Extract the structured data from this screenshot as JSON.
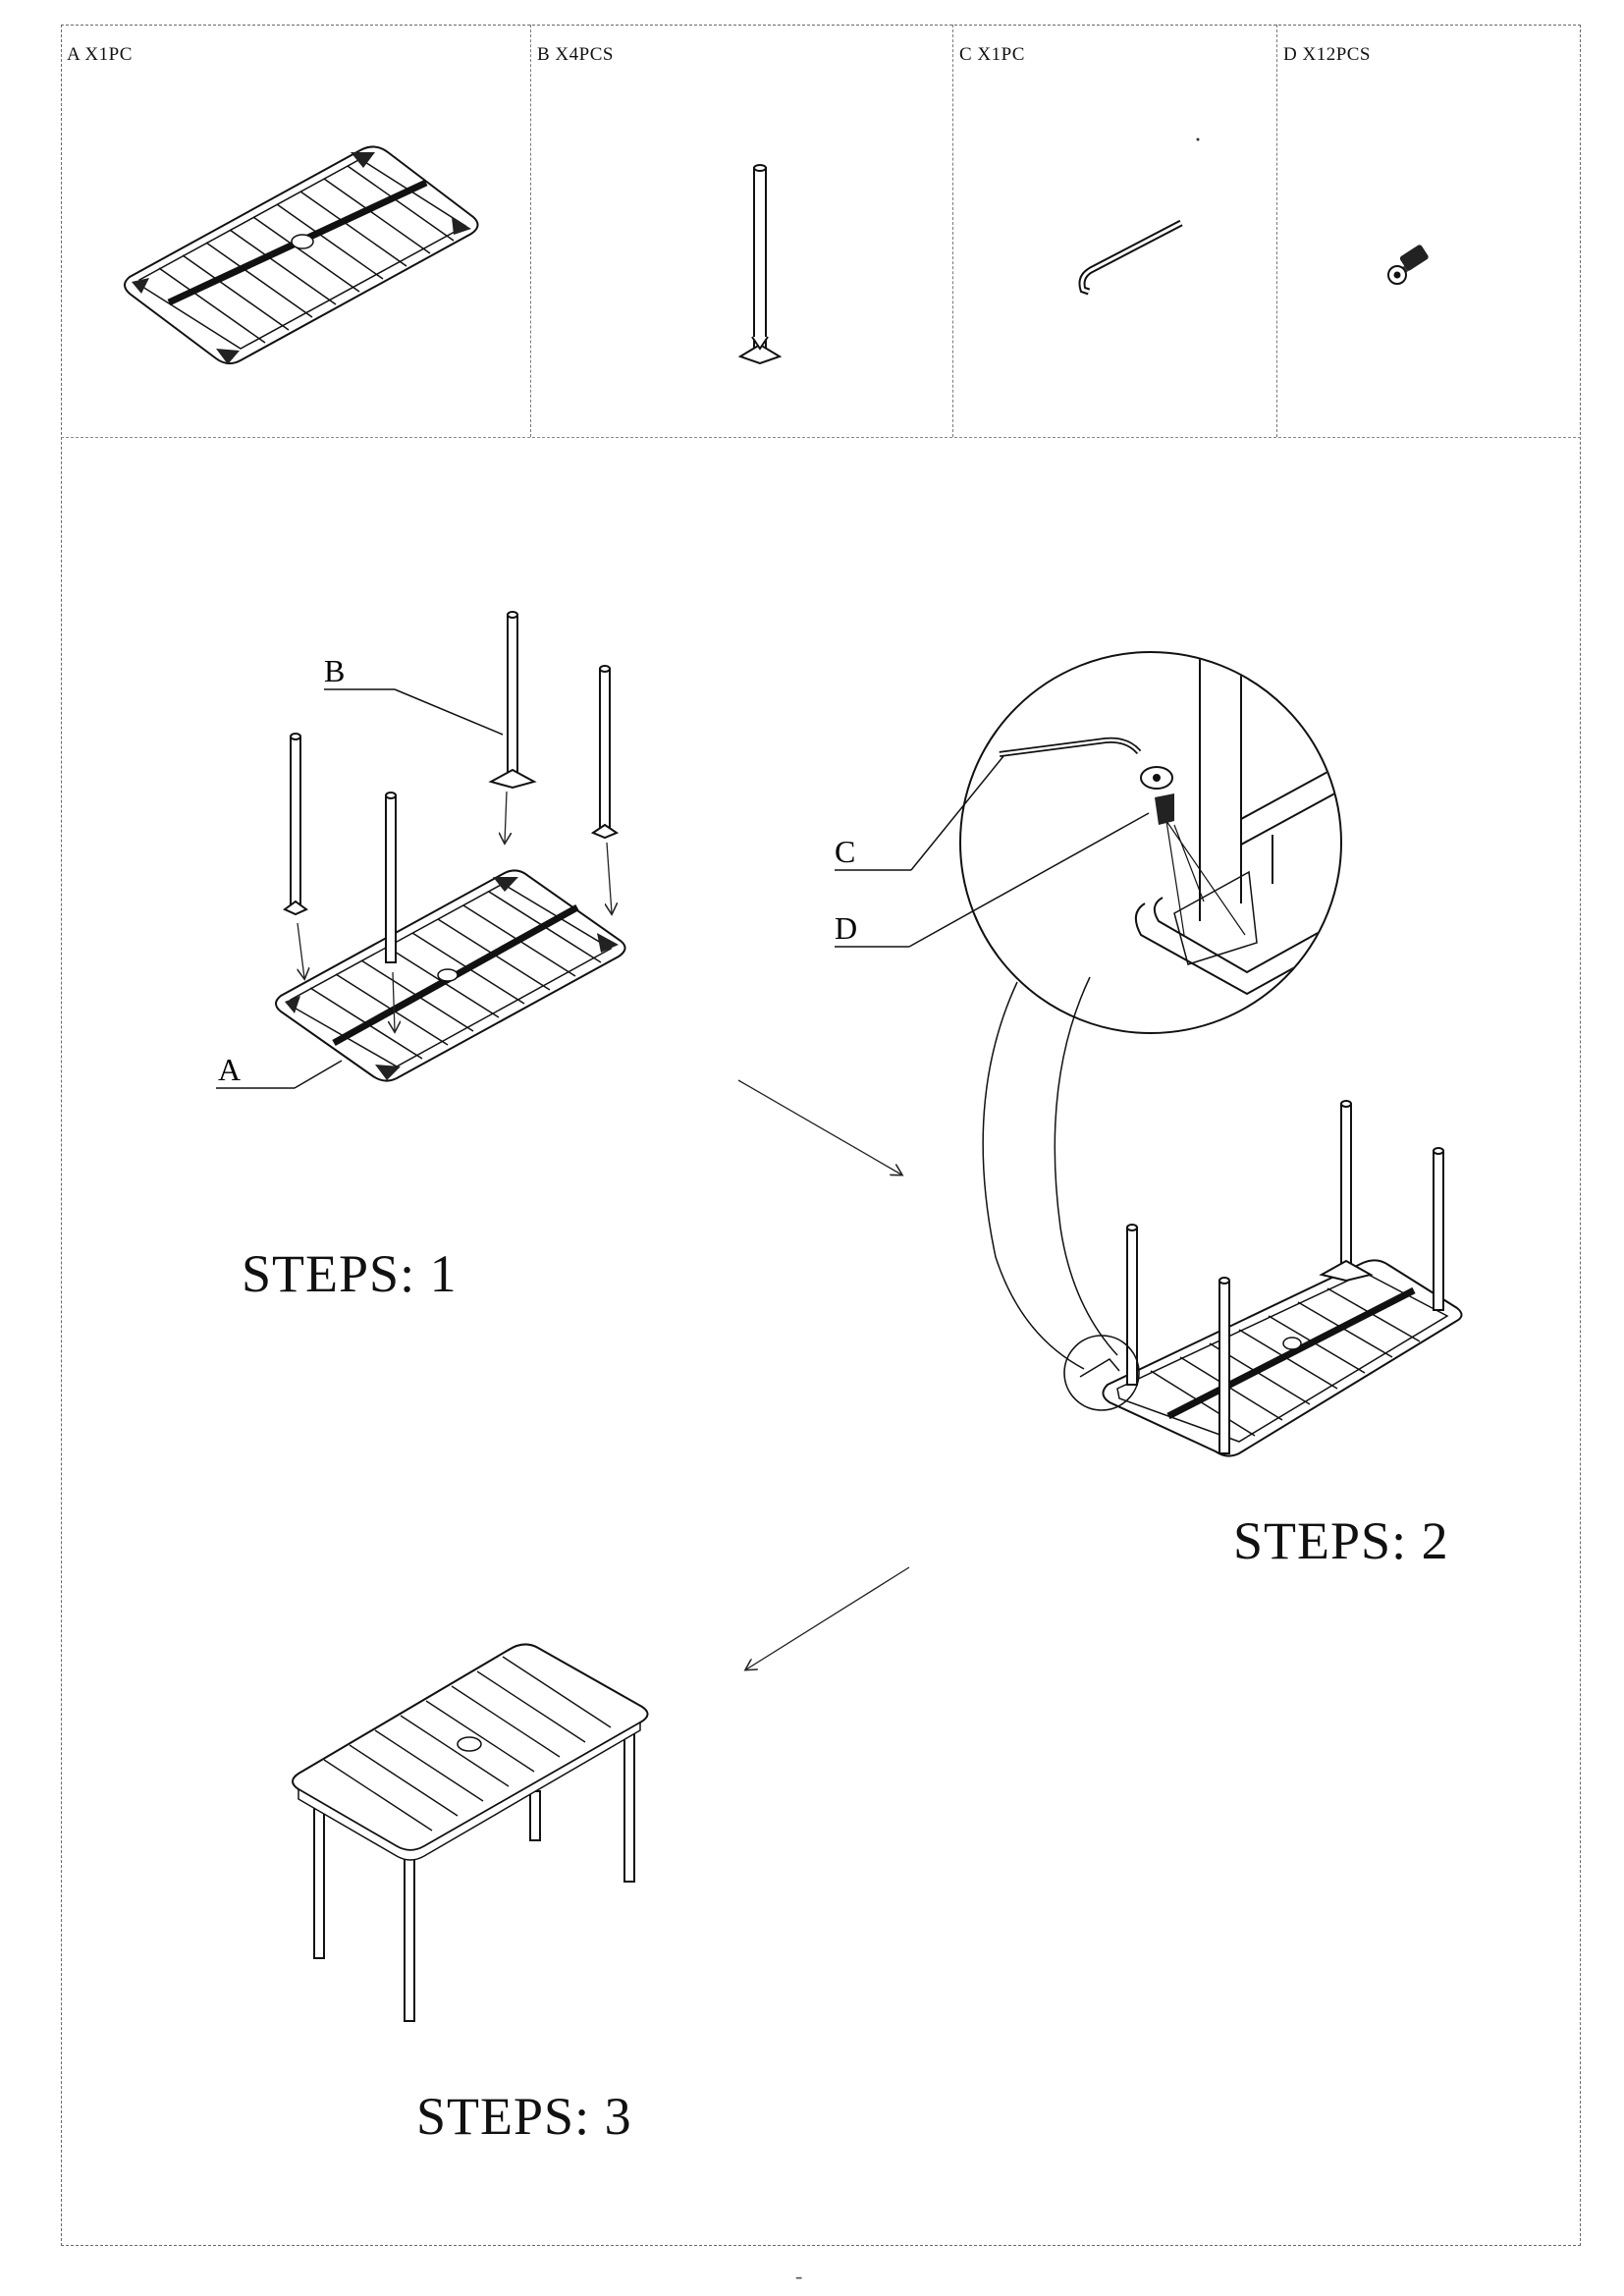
{
  "parts": [
    {
      "letter": "A",
      "label": "A X1PC"
    },
    {
      "letter": "B",
      "label": "B X4PCS"
    },
    {
      "letter": "C",
      "label": "C  X1PC"
    },
    {
      "letter": "D",
      "label": "D  X12PCS"
    }
  ],
  "callouts": {
    "A": "A",
    "B": "B",
    "C": "C",
    "D": "D"
  },
  "steps": [
    {
      "label": "STEPS: 1"
    },
    {
      "label": "STEPS: 2"
    },
    {
      "label": "STEPS: 3"
    }
  ],
  "page_mark": "-"
}
